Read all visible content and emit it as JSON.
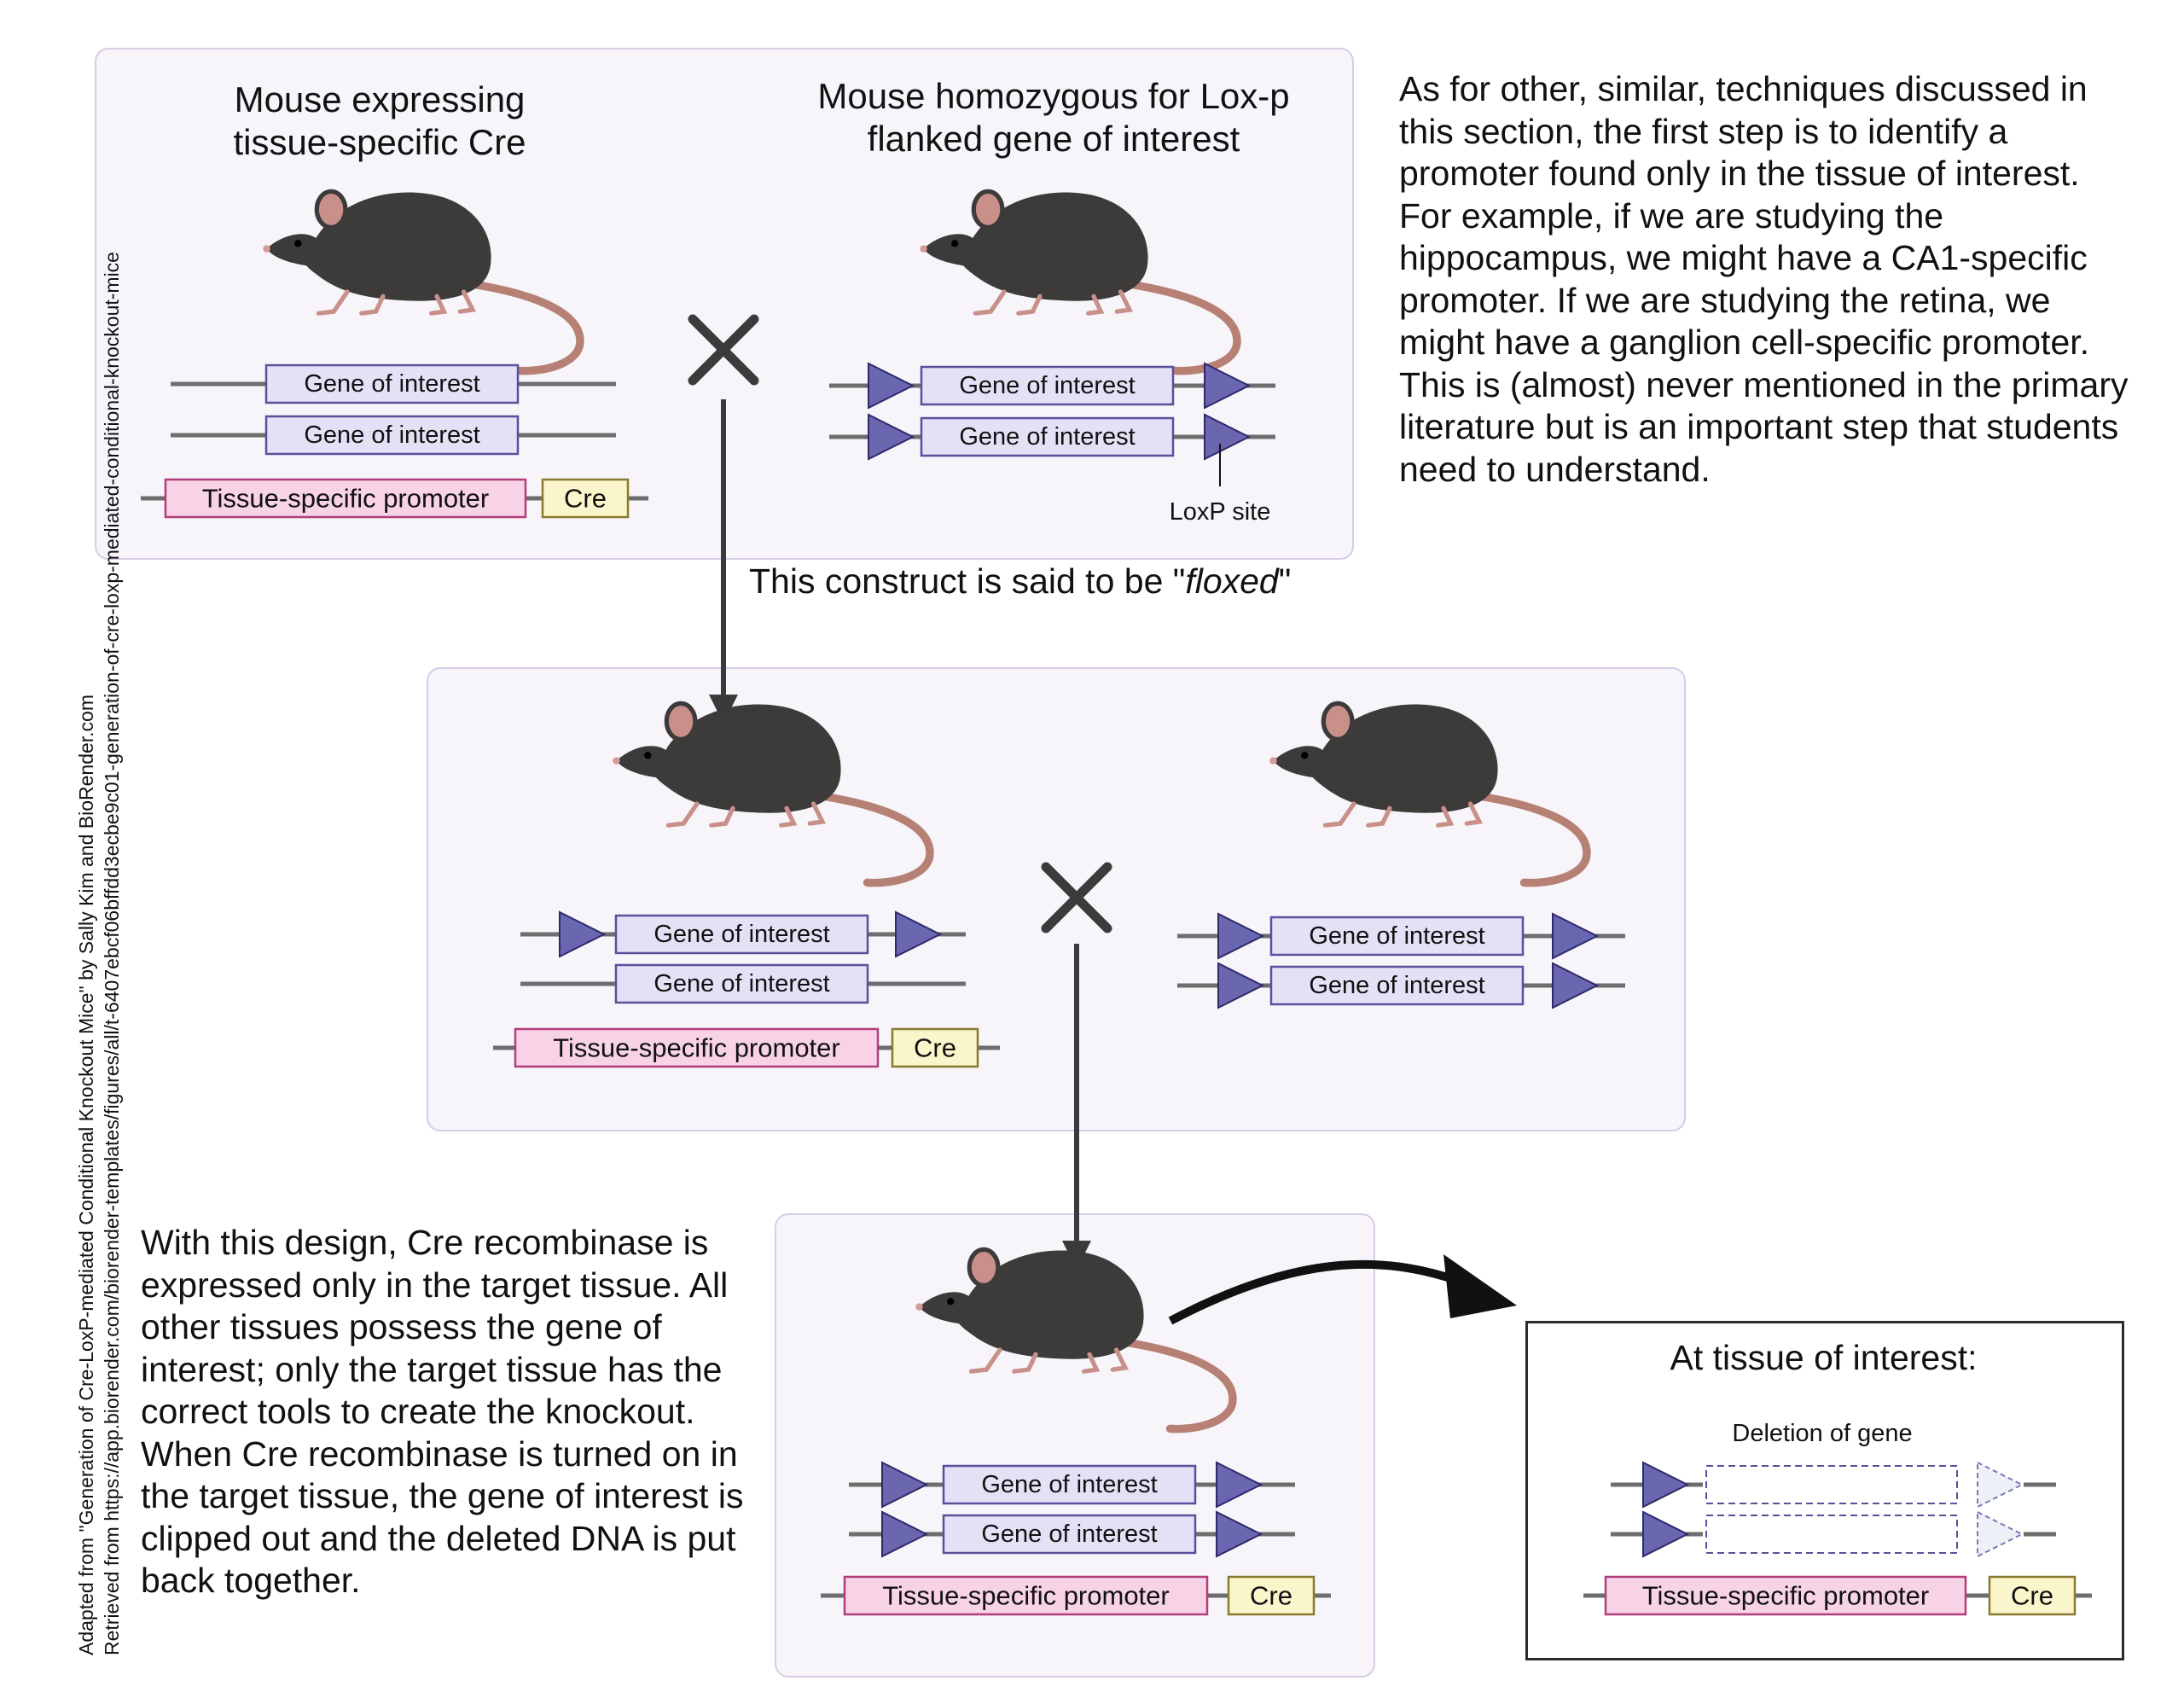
{
  "credit": {
    "line1": "Adapted from \"Generation of Cre-LoxP-mediated Conditional Knockout Mice\" by Sally Kim and BioRender.com",
    "line2": "Retrieved from https://app.biorender.com/biorender-templates/figures/all/t-6407ebcf06bffdd3ecbe9c01-generation-of-cre-loxp-mediated-conditional-knockout-mice"
  },
  "top_panel": {
    "left_mouse_title": "Mouse expressing tissue-specific Cre",
    "right_mouse_title": "Mouse homozygous for Lox-p flanked gene of interest",
    "loxp_label": "LoxP site"
  },
  "floxed_caption": {
    "prefix": "This construct is said to be \"",
    "italic": "floxed",
    "suffix": "\""
  },
  "labels": {
    "gene": "Gene of interest",
    "promoter": "Tissue-specific promoter",
    "cre": "Cre",
    "deletion": "Deletion of gene"
  },
  "result_box": {
    "title": "At tissue of interest:"
  },
  "paragraph_top": "As for other, similar, techniques discussed in this section, the first step is to identify a promoter found only in the tissue of interest. For example, if we are studying the hippocampus, we might have a CA1-specific promoter. If we are studying the retina, we might have a ganglion cell-specific promoter. This is (almost) never mentioned in the primary literature but is an important step that students need to understand.",
  "paragraph_bottom": "With this design, Cre recombinase is expressed only in the target tissue. All other tissues possess the gene of interest; only the target tissue has the correct tools to create the knockout. When Cre recombinase is turned on in the target tissue, the gene of interest is clipped out and the deleted DNA is put back together.",
  "colors": {
    "panel_bg": "#f7f5fa",
    "panel_border": "#d9cce6",
    "gene_fill": "#e4e1f6",
    "gene_border": "#5a4f9c",
    "loxp_fill": "#6a66b0",
    "promoter_fill": "#f8d3e6",
    "promoter_border": "#b23d7a",
    "cre_fill": "#fbf5cc",
    "cre_border": "#8a7a2e",
    "dna_line": "#6d6d6d",
    "mouse_body": "#3d3a3a",
    "mouse_tail": "#b78075"
  }
}
